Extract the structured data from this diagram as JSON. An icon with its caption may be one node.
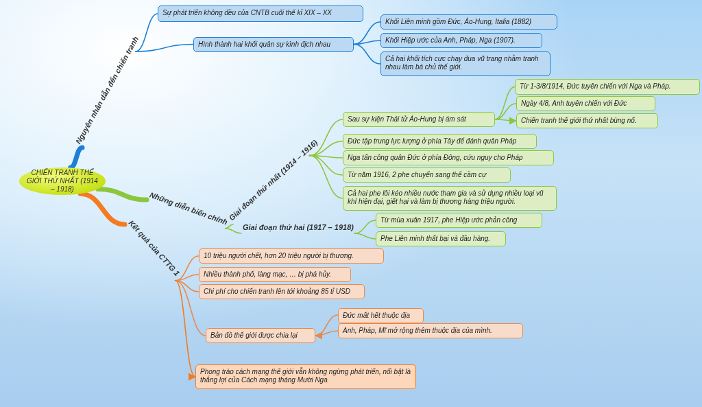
{
  "diagram": {
    "nodes": [
      {
        "text": [
          "CHIẾN TRANH THẾ GIỚI THỨ NHẤT (1914 – 1918)"
        ]
      },
      {
        "text": [
          "Nguyên nhân dẫn đến chiến tranh"
        ]
      },
      {
        "text": [
          "Sự phát triển không đều của CNTB cuối thế kỉ XIX – XX"
        ]
      },
      {
        "text": [
          "Hình thành hai khối quân sự kình địch nhau"
        ]
      },
      {
        "text": [
          "Khối Liên minh gồm Đức, Áo-Hung, Italia (1882)"
        ]
      },
      {
        "text": [
          "Khối Hiệp ước của Anh, Pháp, Nga (1907)."
        ]
      },
      {
        "text": [
          "Cả hai khối tích cực chạy đua vũ trang nhằm tranh nhau làm bá chủ thế giới."
        ]
      },
      {
        "text": [
          "Những diễn biến chính"
        ]
      },
      {
        "text": [
          "Giai đoạn thứ nhất (1914 – 1916)"
        ]
      },
      {
        "text": [
          "Sau sự kiện Thái tử Áo-Hung bị ám sát"
        ]
      },
      {
        "text": [
          "Từ 1-3/8/1914, Đức tuyên chiến với Nga và Pháp."
        ]
      },
      {
        "text": [
          "Ngày 4/8, Anh tuyên chiến với Đức"
        ]
      },
      {
        "text": [
          "Chiến tranh thế giới thứ nhất bùng nổ."
        ]
      },
      {
        "text": [
          "Đức tập trung lực lượng ở phía Tây để đánh quân Pháp"
        ]
      },
      {
        "text": [
          "Nga tấn công quân Đức ở phía Đông, cứu nguy cho Pháp"
        ]
      },
      {
        "text": [
          "Từ năm 1916, 2 phe chuyển sang thế cầm cự"
        ]
      },
      {
        "text": [
          "Cả hai phe lôi kéo nhiều nước tham gia và sử dụng nhiều loại vũ khí hiện đại, giết hại và làm bị thương hàng triệu người."
        ]
      },
      {
        "text": [
          "Giai đoạn thứ hai (1917 – 1918)"
        ]
      },
      {
        "text": [
          "Từ mùa xuân 1917, phe Hiệp ước phản công"
        ]
      },
      {
        "text": [
          "Phe Liên minh thất bại và đầu hàng."
        ]
      },
      {
        "text": [
          "Kết quả của CTTG 1"
        ]
      },
      {
        "text": [
          "10 triệu người chết, hơn 20 triệu người bị thương."
        ]
      },
      {
        "text": [
          "Nhiều thành phố, làng mạc, … bị phá hủy."
        ]
      },
      {
        "text": [
          "Chi phí cho chiến tranh lên tới khoảng 85 tỉ USD"
        ]
      },
      {
        "text": [
          "Bản đồ thế giới được chia lại"
        ]
      },
      {
        "text": [
          "Đức mất hết thuộc địa"
        ]
      },
      {
        "text": [
          "Anh, Pháp, Mĩ mở rộng thêm thuộc địa của mình."
        ]
      },
      {
        "text": [
          "Phong trào cách mạng thế giới vẫn không ngừng phát triển, nổi bật là thắng lợi của Cách mạng tháng Mười Nga"
        ]
      }
    ],
    "edges": [
      {
        "from": 0,
        "to": 1,
        "arrow": "none",
        "style": "thick",
        "color": "#1e7fd6"
      },
      {
        "from": 1,
        "to": 2,
        "arrow": "none",
        "color": "#1e7fd6"
      },
      {
        "from": 1,
        "to": 3,
        "arrow": "none",
        "color": "#1e7fd6"
      },
      {
        "from": 3,
        "to": 4,
        "arrow": "none",
        "color": "#1e7fd6"
      },
      {
        "from": 3,
        "to": 5,
        "arrow": "none",
        "color": "#1e7fd6"
      },
      {
        "from": 3,
        "to": 6,
        "arrow": "none",
        "color": "#1e7fd6"
      },
      {
        "from": 0,
        "to": 7,
        "arrow": "none",
        "style": "thick",
        "color": "#8cc63e"
      },
      {
        "from": 7,
        "to": 8,
        "arrow": "none",
        "color": "#8cc63e"
      },
      {
        "from": 8,
        "to": 9,
        "arrow": "none",
        "color": "#8cc63e"
      },
      {
        "from": 9,
        "to": 10,
        "arrow": "none",
        "color": "#8cc63e"
      },
      {
        "from": 9,
        "to": 11,
        "arrow": "none",
        "color": "#8cc63e"
      },
      {
        "from": 9,
        "to": 12,
        "arrow": "to",
        "color": "#8cc63e"
      },
      {
        "from": 8,
        "to": 13,
        "arrow": "none",
        "color": "#8cc63e"
      },
      {
        "from": 8,
        "to": 14,
        "arrow": "none",
        "color": "#8cc63e"
      },
      {
        "from": 8,
        "to": 15,
        "arrow": "none",
        "color": "#8cc63e"
      },
      {
        "from": 8,
        "to": 16,
        "arrow": "none",
        "color": "#8cc63e"
      },
      {
        "from": 7,
        "to": 17,
        "arrow": "none",
        "color": "#8cc63e"
      },
      {
        "from": 17,
        "to": 18,
        "arrow": "none",
        "color": "#8cc63e"
      },
      {
        "from": 17,
        "to": 19,
        "arrow": "none",
        "color": "#8cc63e"
      },
      {
        "from": 0,
        "to": 20,
        "arrow": "none",
        "style": "thick",
        "color": "#f47b20"
      },
      {
        "from": 20,
        "to": 21,
        "arrow": "none",
        "color": "#e8894a"
      },
      {
        "from": 20,
        "to": 22,
        "arrow": "none",
        "color": "#e8894a"
      },
      {
        "from": 20,
        "to": 23,
        "arrow": "none",
        "color": "#e8894a"
      },
      {
        "from": 20,
        "to": 24,
        "arrow": "none",
        "color": "#e8894a"
      },
      {
        "from": 24,
        "to": 25,
        "arrow": "none",
        "color": "#e8894a"
      },
      {
        "from": 26,
        "to": 24,
        "arrow": "to",
        "color": "#e8894a"
      },
      {
        "from": 20,
        "to": 27,
        "arrow": "to",
        "color": "#f47b20"
      }
    ]
  }
}
